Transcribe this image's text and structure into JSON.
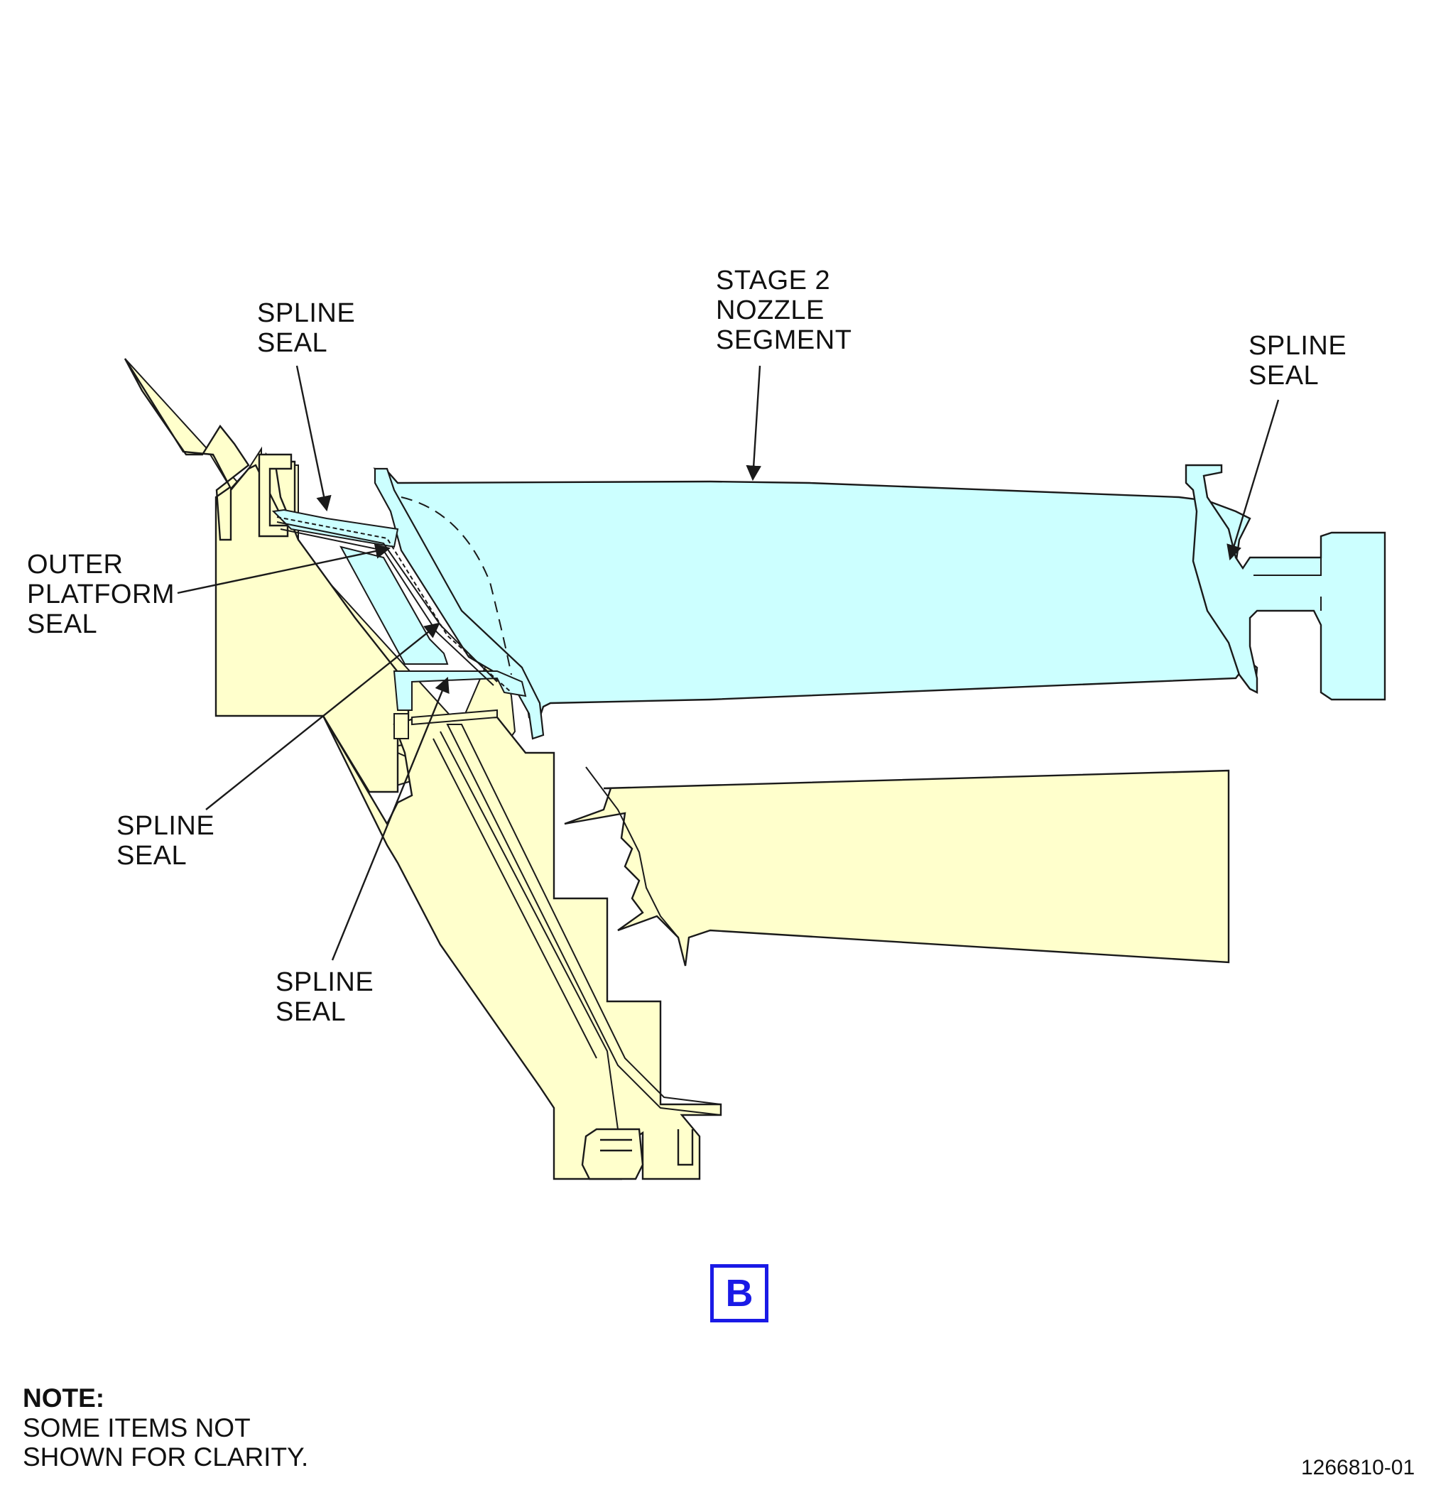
{
  "labels": {
    "stage2_nozzle": "STAGE 2\nNOZZLE\nSEGMENT",
    "spline_seal_top": "SPLINE\nSEAL",
    "spline_seal_right": "SPLINE\nSEAL",
    "outer_platform_seal": "OUTER\nPLATFORM\nSEAL",
    "spline_seal_mid": "SPLINE\nSEAL",
    "spline_seal_low": "SPLINE\nSEAL"
  },
  "view_marker": "B",
  "note": {
    "heading": "NOTE:",
    "text": "SOME ITEMS NOT\nSHOWN FOR CLARITY."
  },
  "figure_number": "1266810-01",
  "colors": {
    "nozzle_fill": "#ccffff",
    "support_fill": "#ffffcc",
    "line": "#1a1a1a",
    "view_marker": "#1a1ae6"
  }
}
